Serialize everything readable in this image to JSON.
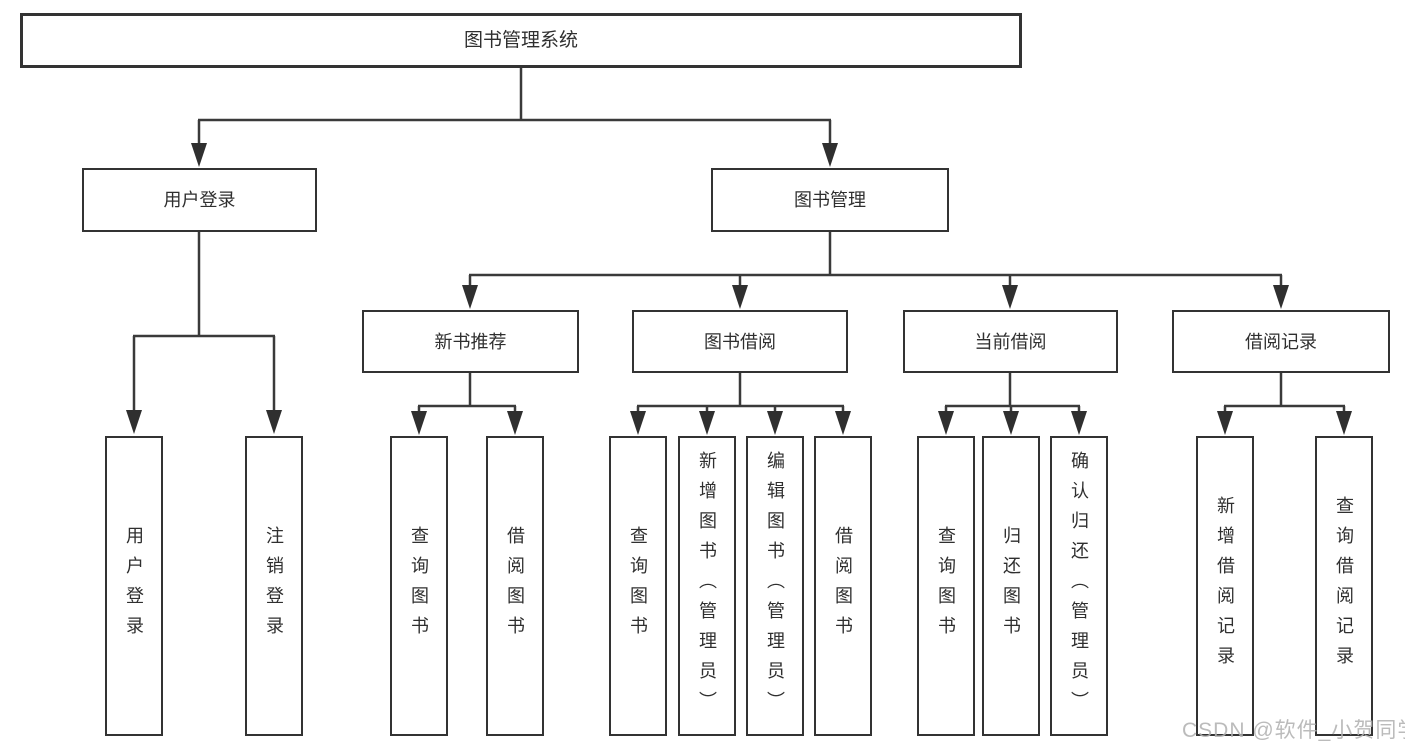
{
  "diagram": {
    "type": "hierarchy-tree",
    "colors": {
      "line": "#3a3a3a",
      "box_border": "#333333",
      "box_fill": "#ffffff",
      "text": "#2f2f2f",
      "watermark": "#b9b9b9",
      "background": "#ffffff"
    }
  },
  "tree": {
    "label": "图书管理系统",
    "children": [
      {
        "label": "用户登录",
        "children": [
          {
            "label": "用户登录"
          },
          {
            "label": "注销登录"
          }
        ]
      },
      {
        "label": "图书管理",
        "children": [
          {
            "label": "新书推荐",
            "children": [
              {
                "label": "查询图书"
              },
              {
                "label": "借阅图书"
              }
            ]
          },
          {
            "label": "图书借阅",
            "children": [
              {
                "label": "查询图书"
              },
              {
                "label": "新增图书（管理员）"
              },
              {
                "label": "编辑图书（管理员）"
              },
              {
                "label": "借阅图书"
              }
            ]
          },
          {
            "label": "当前借阅",
            "children": [
              {
                "label": "查询图书"
              },
              {
                "label": "归还图书"
              },
              {
                "label": "确认归还（管理员）"
              }
            ]
          },
          {
            "label": "借阅记录",
            "children": [
              {
                "label": "新增借阅记录"
              },
              {
                "label": "查询借阅记录"
              }
            ]
          }
        ]
      }
    ]
  },
  "watermark": {
    "text": "CSDN @软件_小贺同学"
  }
}
